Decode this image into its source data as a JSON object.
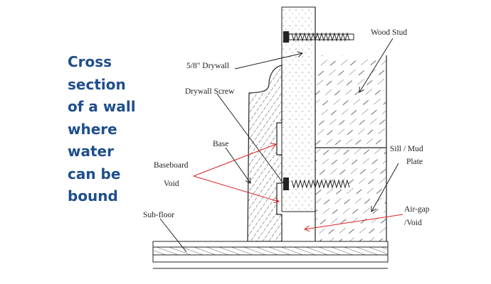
{
  "title_lines": [
    "Cross",
    "section",
    "of a wall",
    "where",
    "water",
    "can be",
    "bound"
  ],
  "labels": {
    "wood_stud": "Wood Stud",
    "drywall": "5/8\" Drywall",
    "drywall_screw": "Drywall Screw",
    "base": "Base",
    "baseboard_void_1": "Baseboard",
    "baseboard_void_2": "Void",
    "sill_1": "Sill / Mud",
    "sill_2": "Plate",
    "airgap_1": "Air-gap",
    "airgap_2": "/Void",
    "subfloor": "Sub-floor"
  },
  "colors": {
    "title": "#1f4e8c",
    "arrow_red": "#e02020",
    "line": "#222222"
  }
}
